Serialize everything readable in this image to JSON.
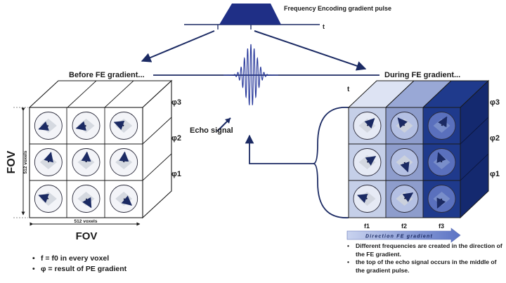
{
  "pulse": {
    "label": "Frequency Encoding gradient pulse",
    "axis": "t"
  },
  "before": {
    "title": "Before FE gradient...",
    "fov_vertical": "FOV",
    "fov_horizontal": "FOV",
    "voxels_vertical": "512 voxels",
    "voxels_horizontal": "512 voxels",
    "phases": [
      "φ3",
      "φ2",
      "φ1"
    ],
    "notes": [
      "f = f0 in every voxel",
      "φ = result of PE gradient"
    ]
  },
  "echo": {
    "label": "Echo signal"
  },
  "during": {
    "title": "During FE gradient...",
    "axis": "t",
    "phases": [
      "φ3",
      "φ2",
      "φ1"
    ],
    "freqs": [
      "f1",
      "f2",
      "f3"
    ],
    "direction_label": "Direction FE gradient",
    "notes": [
      "Different frequencies are created in the direction of the FE gradient.",
      "the top of the echo signal occurs in the middle of the gradient pulse."
    ]
  },
  "colors": {
    "navy": "#1b2a63",
    "light_blue": "#c5cfe8",
    "mid_blue": "#8e9dcc",
    "deep_blue": "#1f3a8c",
    "arrow_gradient": "#7a8fd0"
  }
}
